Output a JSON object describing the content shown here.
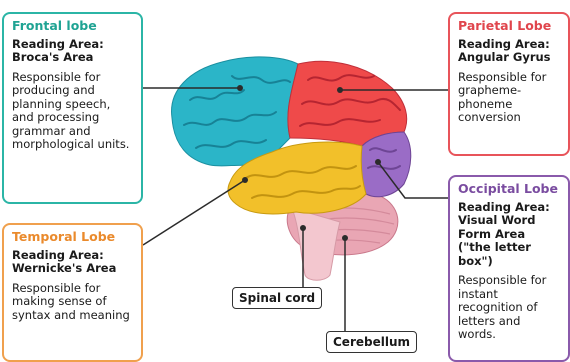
{
  "frontal": {
    "title": "Frontal lobe",
    "area": "Reading Area: Broca's Area",
    "desc": "Responsible for producing and planning speech, and processing grammar and morphological units."
  },
  "parietal": {
    "title": "Parietal Lobe",
    "area": "Reading Area: Angular Gyrus",
    "desc": "Responsible for grapheme-phoneme conversion"
  },
  "temporal": {
    "title": "Temporal Lobe",
    "area": "Reading Area: Wernicke's Area",
    "desc": "Responsible for making sense of syntax and meaning"
  },
  "occipital": {
    "title": "Occipital Lobe",
    "area": "Reading Area: Visual Word Form Area (\"the letter box\")",
    "desc": "Responsible for instant recognition of letters and words."
  },
  "labels": {
    "spinal_cord": "Spinal cord",
    "cerebellum": "Cerebellum"
  },
  "colors": {
    "frontal": "#2bb5c8",
    "parietal": "#ef4a4a",
    "temporal": "#f2c02a",
    "occipital": "#9a6cc6",
    "cerebellum": "#e9a6b4",
    "brainstem": "#f3c7cf"
  }
}
